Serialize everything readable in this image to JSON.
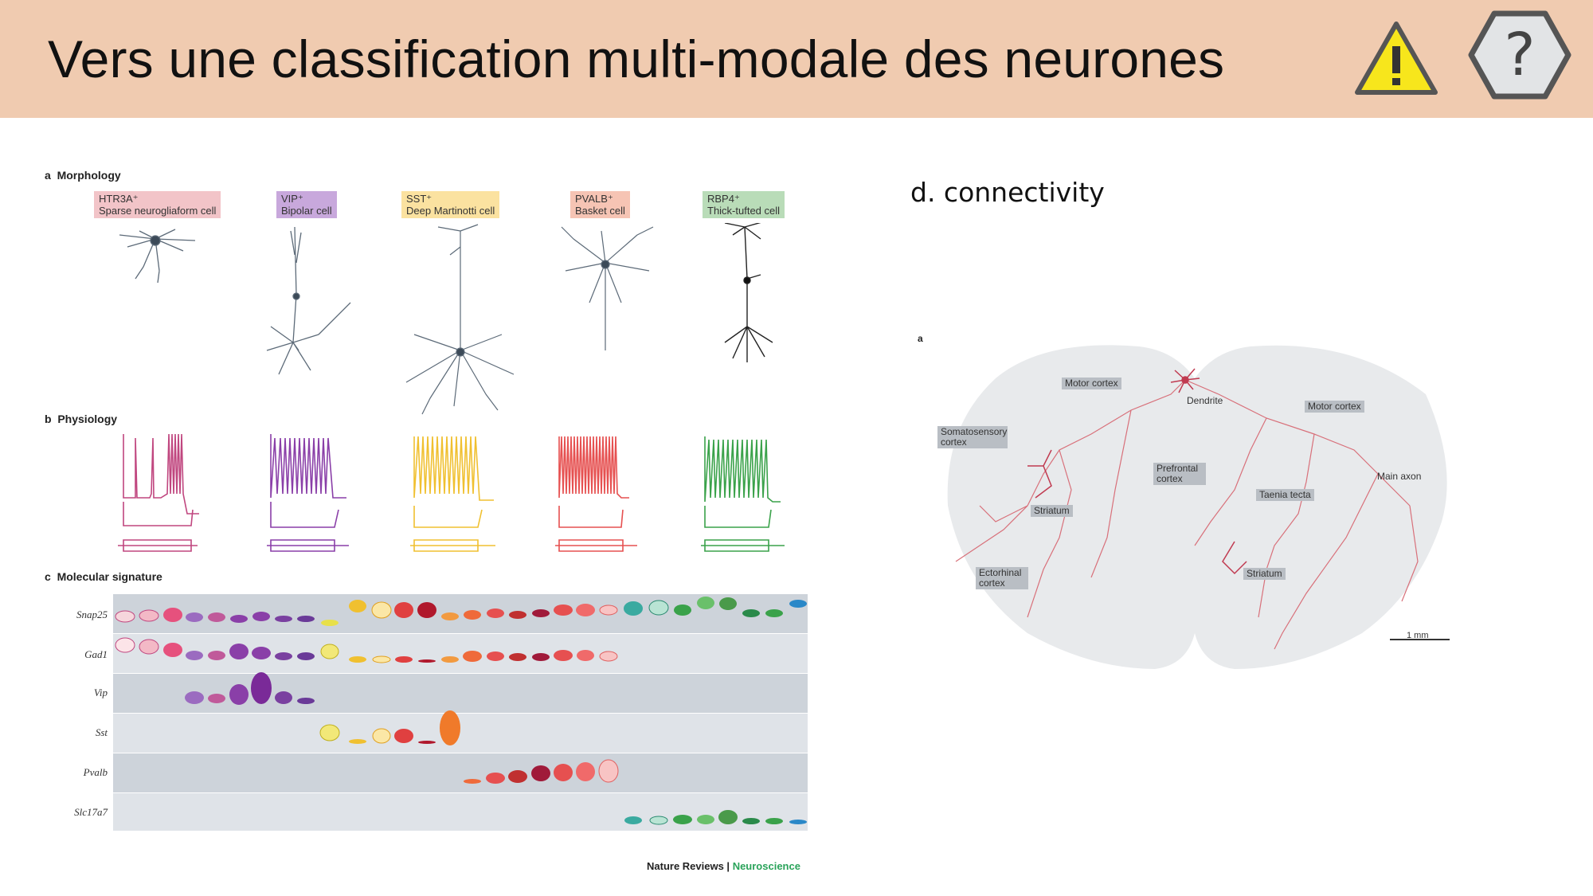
{
  "slide": {
    "title": "Vers une classification multi-modale des neurones",
    "warning_icon": "warning-triangle-icon",
    "help_icon": "question-hexagon-icon"
  },
  "figure_left": {
    "panel_a": {
      "letter": "a",
      "label": "Morphology"
    },
    "panel_b": {
      "letter": "b",
      "label": "Physiology"
    },
    "panel_c": {
      "letter": "c",
      "label": "Molecular signature"
    },
    "cell_types": [
      {
        "marker": "HTR3A⁺",
        "name": "Sparse neurogliaform cell",
        "color": "#f2c4c8",
        "trace": "#c0467f"
      },
      {
        "marker": "VIP⁺",
        "name": "Bipolar cell",
        "color": "#c8a8dc",
        "trace": "#8a3fa8"
      },
      {
        "marker": "SST⁺",
        "name": "Deep Martinotti cell",
        "color": "#fbe2a0",
        "trace": "#f0c030"
      },
      {
        "marker": "PVALB⁺",
        "name": "Basket cell",
        "color": "#f6c4b4",
        "trace": "#e65050"
      },
      {
        "marker": "RBP4⁺",
        "name": "Thick-tufted cell",
        "color": "#b9dcb8",
        "trace": "#3aa24a"
      }
    ],
    "genes": [
      "Snap25",
      "Gad1",
      "Vip",
      "Sst",
      "Pvalb",
      "Slc17a7"
    ],
    "credit_journal": "Nature Reviews | ",
    "credit_field": "Neuroscience"
  },
  "figure_right": {
    "heading": "d. connectivity",
    "panel_letter": "a",
    "regions": {
      "motor_left": "Motor cortex",
      "motor_right": "Motor cortex",
      "dendrite": "Dendrite",
      "somatosensory": "Somatosensory cortex",
      "prefrontal": "Prefrontal cortex",
      "main_axon": "Main axon",
      "taenia": "Taenia tecta",
      "striatum_left": "Striatum",
      "striatum_right": "Striatum",
      "ectorhinal": "Ectorhinal cortex"
    },
    "scale": "1 mm"
  }
}
